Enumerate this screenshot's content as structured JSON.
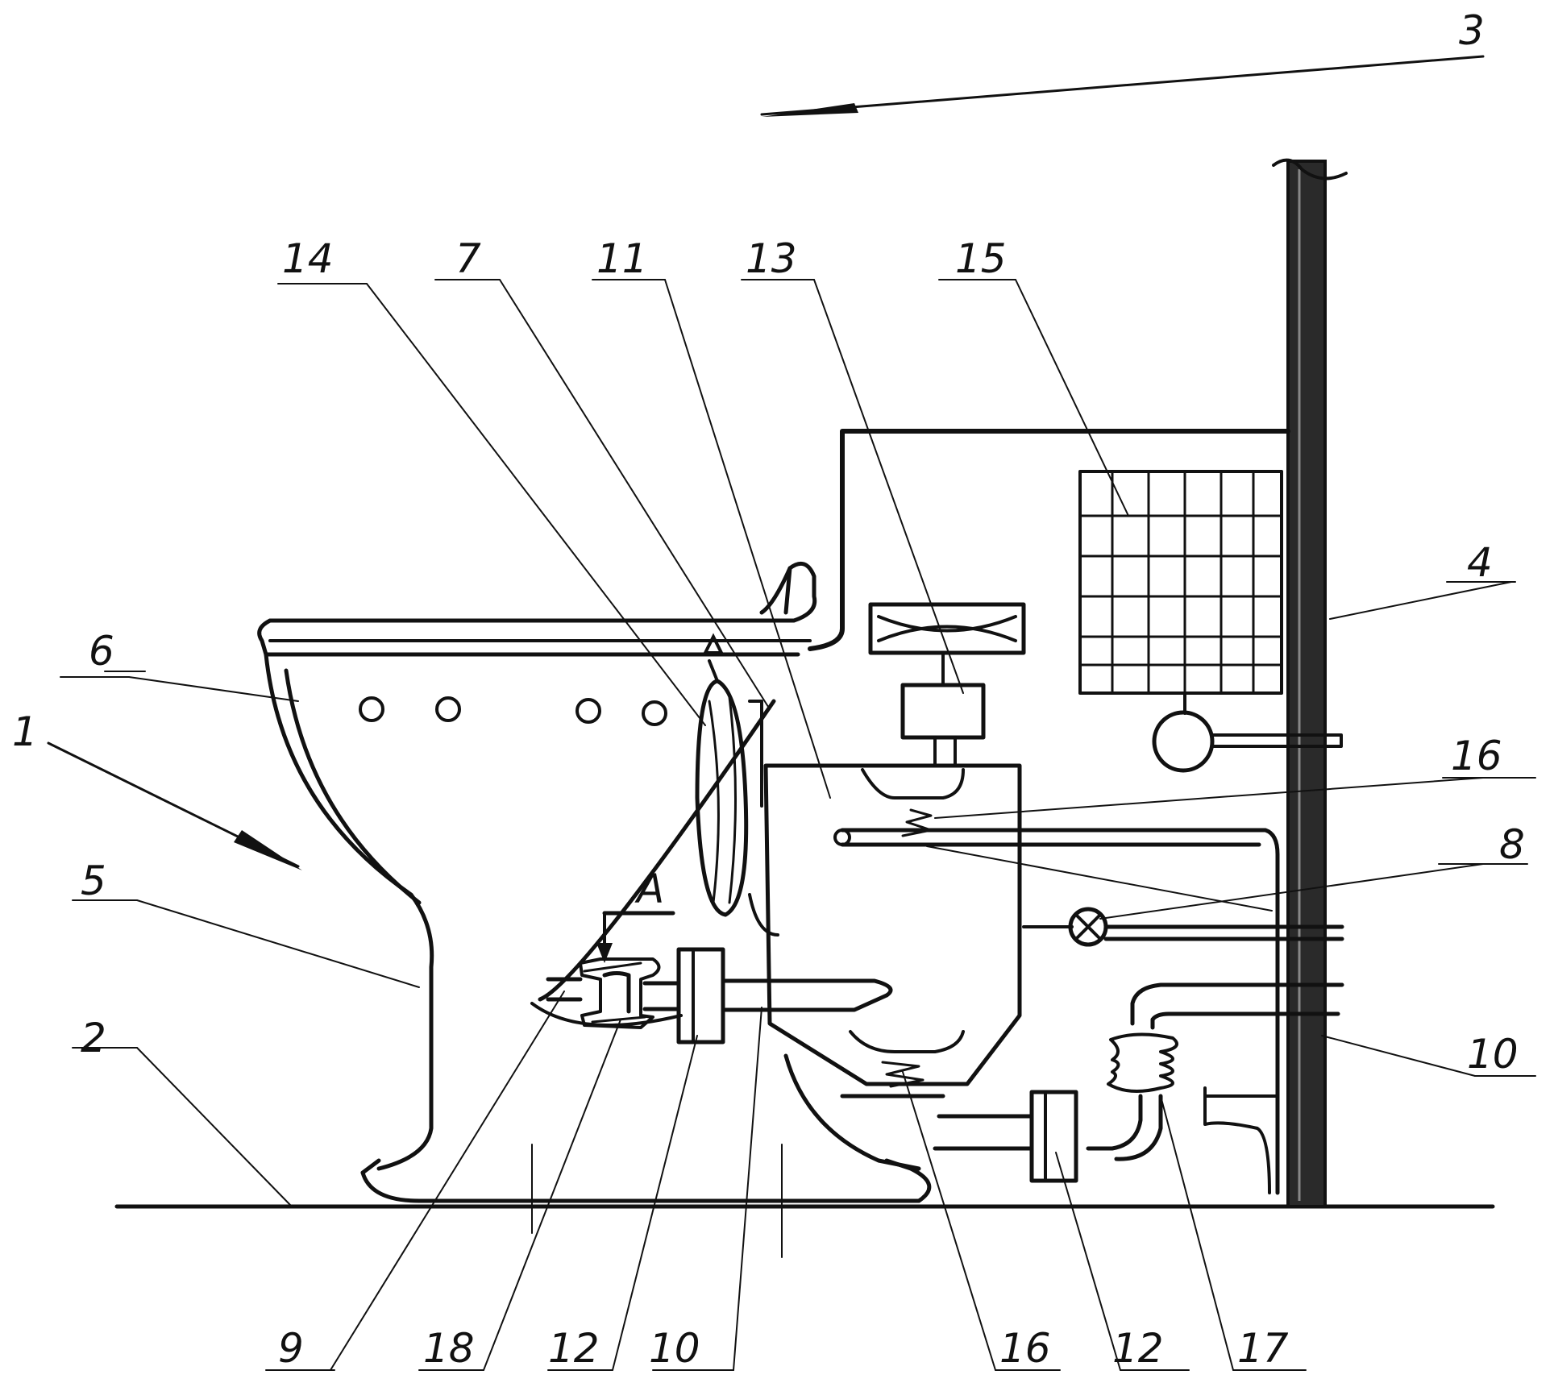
{
  "labels": {
    "n1": "1",
    "n2": "2",
    "n3": "3",
    "n4": "4",
    "n5": "5",
    "n6": "6",
    "n7": "7",
    "n8": "8",
    "n9": "9",
    "n10a": "10",
    "n10b": "10",
    "n11": "11",
    "n12a": "12",
    "n12b": "12",
    "n13": "13",
    "n14": "14",
    "n15": "15",
    "n16a": "16",
    "n16b": "16",
    "n17": "17",
    "n18": "18",
    "sectionA": "A"
  },
  "colors": {
    "ink": "#111111",
    "background": "#ffffff"
  }
}
